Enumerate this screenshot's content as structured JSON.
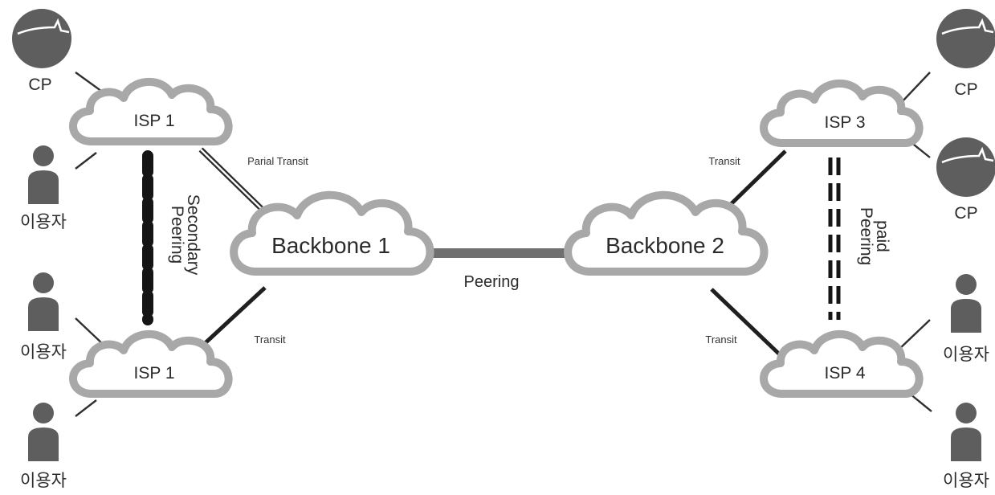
{
  "clouds": {
    "isp1_top": "ISP 1",
    "isp1_bottom": "ISP 1",
    "backbone1": "Backbone 1",
    "backbone2": "Backbone 2",
    "isp3": "ISP 3",
    "isp4": "ISP 4"
  },
  "nodes": {
    "cp": "CP",
    "user": "이용자"
  },
  "links": {
    "partial_transit": "Parial Transit",
    "transit": "Transit",
    "peering": "Peering",
    "secondary_peering_line1": "Secondary",
    "secondary_peering_line2": "Peering",
    "paid_peering_line1": "paid",
    "paid_peering_line2": "Peering"
  },
  "colors": {
    "cloud_outline": "#a8a8a8",
    "icon_fill": "#5e5e5e",
    "peering_bar": "#6f6f6f",
    "line": "#1f1f1f"
  }
}
